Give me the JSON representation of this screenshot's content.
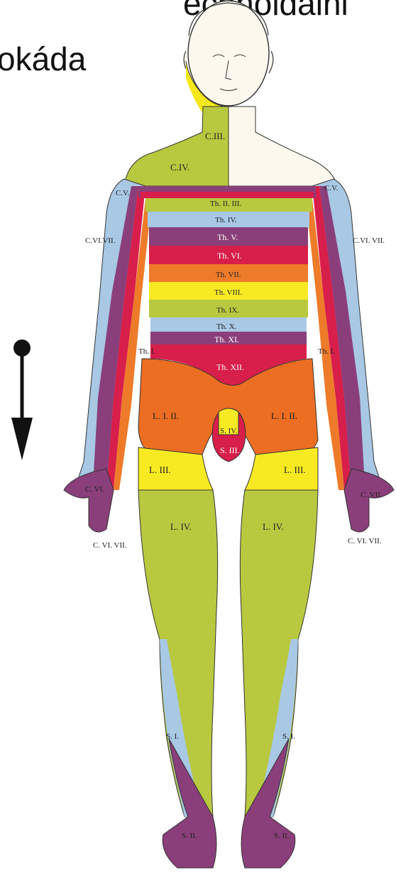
{
  "heading": {
    "line1": "echnoldalni",
    "line2": "okáda"
  },
  "colors": {
    "cervical_upper": "#f5e71a",
    "cervical_mid": "#b9c93f",
    "cervical_blue": "#a9c9e6",
    "purple": "#8a3f7a",
    "red": "#d81e4a",
    "orange": "#ee7b2a",
    "yellow": "#f8ea22",
    "green": "#b8c940",
    "blue": "#a8c8e4",
    "lumbar_orange": "#ec6e22",
    "skin": "#fdf8ee"
  },
  "labels": {
    "c3": "C.III.",
    "c4": "C.IV.",
    "c5_left": "C.V.",
    "c5_right": "C.V.",
    "c67_left": "C.VI.VII.",
    "c67_right": "C.VI. VII.",
    "th23": "Th. II. III.",
    "th4": "Th. IV.",
    "th5": "Th. V.",
    "th6": "Th. VI.",
    "th7": "Th. VII.",
    "th8": "Th. VIII.",
    "th9": "Th. IX.",
    "th10": "Th. X.",
    "th11": "Th. XI.",
    "th12": "Th. XII.",
    "th1_left": "Th. I.",
    "th1_right": "Th. I.",
    "l12_left": "L. I. II.",
    "l12_right": "L. I. II.",
    "l3_left": "L. III.",
    "l3_right": "L. III.",
    "l4_left": "L. IV.",
    "l4_right": "L. IV.",
    "s4": "S. IV.",
    "s3": "S. III.",
    "c6_hand_left": "C. VI.",
    "c7_hand_right": "C. VII.",
    "c67_hand_left": "C. VI. VII.",
    "c67_hand_right": "C. VI. VII.",
    "s1_left": "S. I.",
    "s1_right": "S. I.",
    "s2_left": "S. II.",
    "s2_right": "S. II."
  }
}
